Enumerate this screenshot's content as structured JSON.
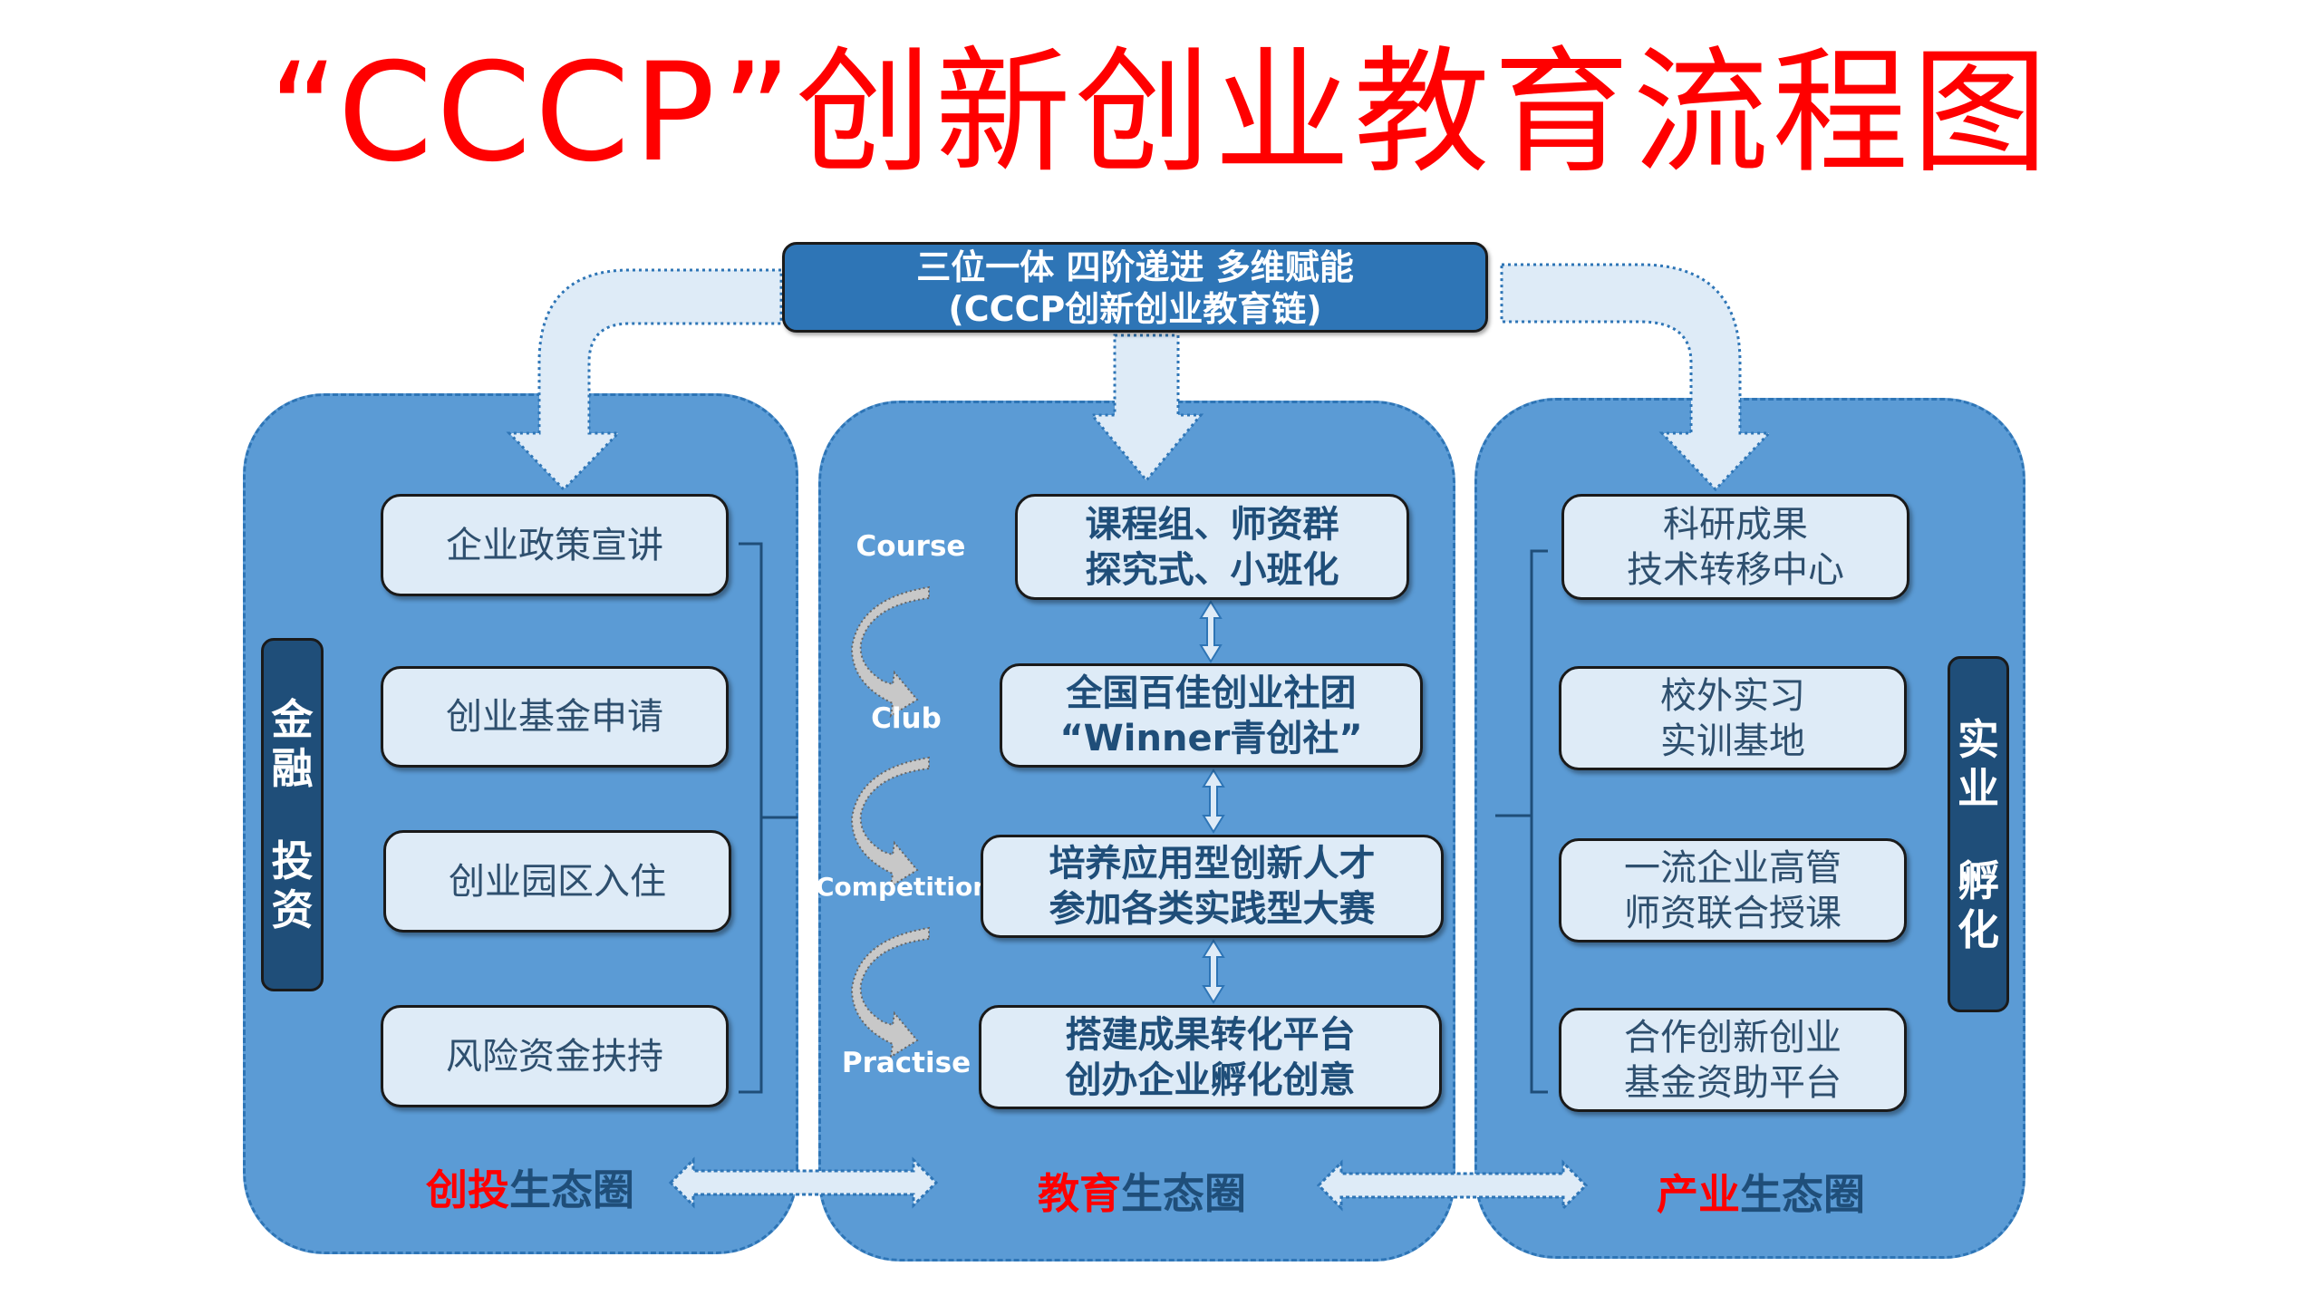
{
  "title": "“CCCP”创新创业教育流程图",
  "top_box": {
    "line1": "三位一体 四阶递进 多维赋能",
    "line2": "(CCCP创新创业教育链)"
  },
  "left_panel": {
    "side_label": [
      "金",
      "融",
      "投",
      "资"
    ],
    "items": [
      "企业政策宣讲",
      "创业基金申请",
      "创业园区入住",
      "风险资金扶持"
    ],
    "eco_label": {
      "highlight": "创投",
      "rest": "生态圈"
    }
  },
  "middle_panel": {
    "steps": [
      "Course",
      "Club",
      "Competition",
      "Practise"
    ],
    "items": [
      {
        "line1": "课程组、师资群",
        "line2": "探究式、小班化"
      },
      {
        "line1": "全国百佳创业社团",
        "line2": "“Winner青创社”"
      },
      {
        "line1": "培养应用型创新人才",
        "line2": "参加各类实践型大赛"
      },
      {
        "line1": "搭建成果转化平台",
        "line2": "创办企业孵化创意"
      }
    ],
    "eco_label": {
      "highlight": "教育",
      "rest": "生态圈"
    }
  },
  "right_panel": {
    "side_label": [
      "实",
      "业",
      "孵",
      "化"
    ],
    "items": [
      {
        "line1": "科研成果",
        "line2": "技术转移中心"
      },
      {
        "line1": "校外实习",
        "line2": "实训基地"
      },
      {
        "line1": "一流企业高管",
        "line2": "师资联合授课"
      },
      {
        "line1": "合作创新创业",
        "line2": "基金资助平台"
      }
    ],
    "eco_label": {
      "highlight": "产业",
      "rest": "生态圈"
    }
  },
  "colors": {
    "title": "#ff0000",
    "panel": "#5b9bd5",
    "panel_border": "#2e75b6",
    "top_box": "#2e75b6",
    "item_fill": "#deebf7",
    "side_label": "#1f4e79",
    "text_dark": "#1f4e79",
    "highlight": "#ff0000"
  }
}
